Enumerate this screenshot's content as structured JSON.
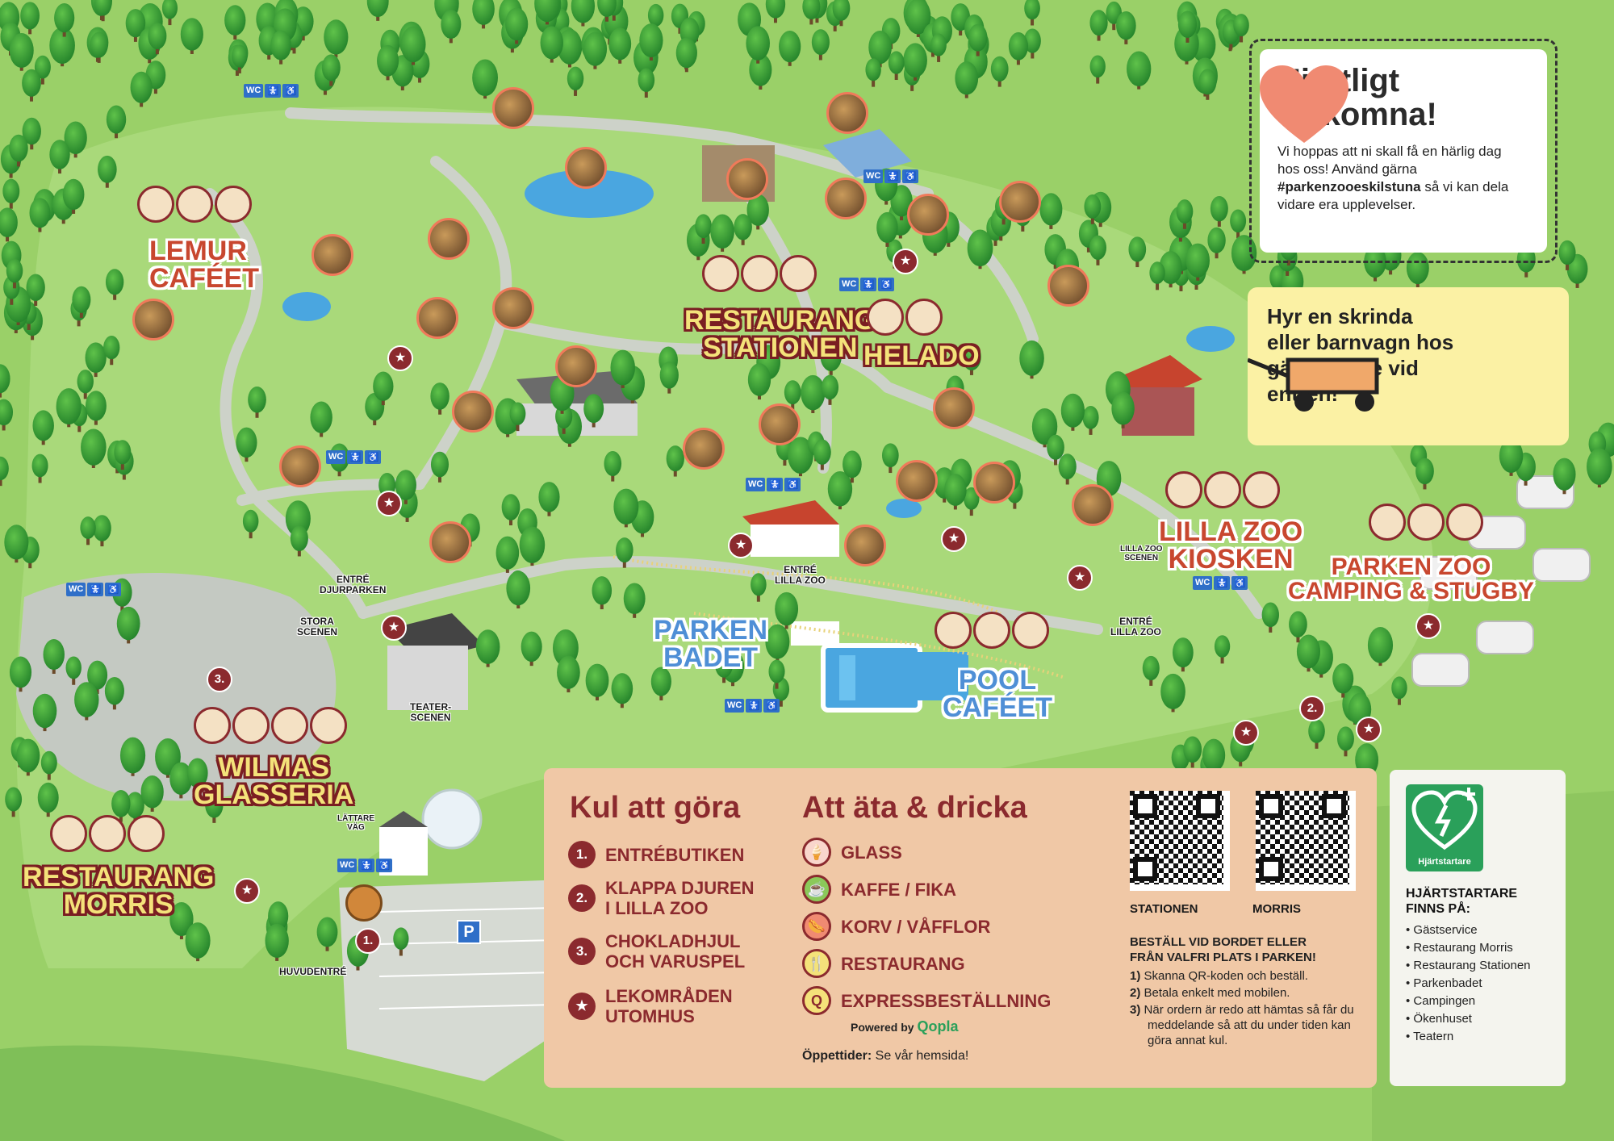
{
  "welcome": {
    "title": "Hjärtligt välkomna!",
    "text_before": "Vi hoppas att ni skall få en härlig dag hos oss! Använd gärna ",
    "hashtag": "#parkenzooeskilstuna",
    "text_after": " så vi kan dela vidare era upplevelser.",
    "heart_color": "#f08a72"
  },
  "rent": {
    "text": "Hyr en skrinda eller barnvagn hos gästservice vid entrén!"
  },
  "places": {
    "lemur_cafe": [
      "Lemur",
      "Caféet"
    ],
    "restaurang_stationen": [
      "Restaurang",
      "Stationen"
    ],
    "helado": "Helado",
    "lilla_zoo_kiosken": [
      "Lilla Zoo",
      "Kiosken"
    ],
    "camping": [
      "Parken Zoo",
      "Camping & Stugby"
    ],
    "parken_badet": [
      "Parken",
      "Badet"
    ],
    "pool_cafe": [
      "Pool",
      "Caféet"
    ],
    "wilmas_glasseria": [
      "Wilmas",
      "Glasseria"
    ],
    "restaurang_morris": [
      "Restaurang",
      "Morris"
    ]
  },
  "small_labels": {
    "entre_djurparken": [
      "Entré",
      "Djurparken"
    ],
    "entre_lilla_zoo_1": [
      "Entré",
      "Lilla Zoo"
    ],
    "entre_lilla_zoo_2": [
      "Entré",
      "Lilla Zoo"
    ],
    "lilla_zoo_scenen": [
      "Lilla Zoo",
      "Scenen"
    ],
    "stora_scenen": [
      "Stora",
      "Scenen"
    ],
    "teater_scenen": [
      "Teater-",
      "scenen"
    ],
    "lattare_vag": [
      "Lättare",
      "väg"
    ],
    "huvudentre": "Huvudentré"
  },
  "wc": {
    "a": "WC",
    "b": "♿",
    "c": "🚼"
  },
  "numbers": {
    "n1": "1.",
    "n2": "2.",
    "n3": "3."
  },
  "parking": "P",
  "legend": {
    "kul_title": "Kul att göra",
    "kul": [
      {
        "marker": "1.",
        "label": [
          "Entrébutiken"
        ]
      },
      {
        "marker": "2.",
        "label": [
          "Klappa djuren",
          "i Lilla Zoo"
        ]
      },
      {
        "marker": "3.",
        "label": [
          "Chokladhjul",
          "och varuspel"
        ]
      },
      {
        "marker": "★",
        "label": [
          "Lekområden",
          "utomhus"
        ]
      }
    ],
    "ata_title": "Att äta & dricka",
    "ata": [
      {
        "icon": "ice-cream-icon",
        "label": "Glass"
      },
      {
        "icon": "coffee-icon",
        "label": "Kaffe / Fika"
      },
      {
        "icon": "hotdog-icon",
        "label": "Korv / Våfflor"
      },
      {
        "icon": "fork-knife-icon",
        "label": "Restaurang"
      },
      {
        "icon": "express-q-icon",
        "label": "Expressbeställning"
      }
    ],
    "powered_by": "Powered by",
    "qopla": "Qopla",
    "oppettider_label": "Öppettider:",
    "oppettider_value": "Se vår hemsida!"
  },
  "qr": {
    "left": "Stationen",
    "right": "Morris"
  },
  "order": {
    "title": [
      "Beställ vid bordet eller",
      "från valfri plats i parken!"
    ],
    "steps": [
      {
        "n": "1)",
        "t": "Skanna QR-koden och beställ."
      },
      {
        "n": "2)",
        "t": "Betala enkelt med mobilen."
      },
      {
        "n": "3)",
        "t": "När ordern är redo att hämtas så får du meddelande så att du under tiden kan göra annat kul."
      }
    ]
  },
  "aed": {
    "badge": "Hjärtstartare",
    "title": [
      "Hjärtstartare",
      "finns på:"
    ],
    "locations": [
      "Gästservice",
      "Restaurang Morris",
      "Restaurang Stationen",
      "Parkenbadet",
      "Campingen",
      "Ökenhuset",
      "Teatern"
    ]
  },
  "colors": {
    "grass": "#9fd36a",
    "path": "#c9cfc6",
    "tree": "#3aa03a",
    "maroon": "#8b2a2e",
    "legend_bg": "#f0c8a6",
    "pool": "#4aa6e0"
  }
}
